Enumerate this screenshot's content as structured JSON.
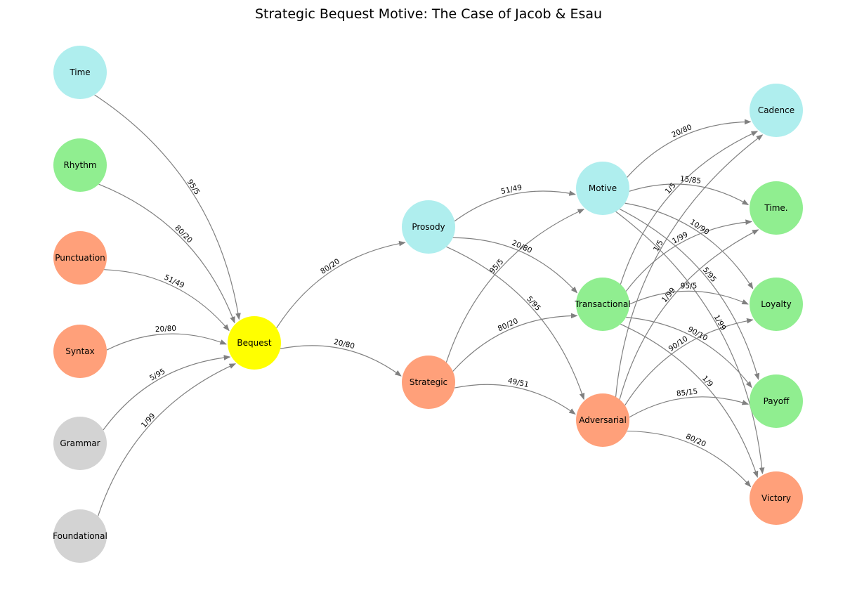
{
  "title": "Strategic Bequest Motive: The Case of Jacob & Esau",
  "colors": {
    "cyan": "#afeeee",
    "green": "#90ee90",
    "salmon": "#ffa07a",
    "gray": "#d3d3d3",
    "yellow": "#ffff00",
    "edge": "#808080"
  },
  "nodes": [
    {
      "id": "time",
      "label": "Time",
      "color": "cyan"
    },
    {
      "id": "rhythm",
      "label": "Rhythm",
      "color": "green"
    },
    {
      "id": "punctuation",
      "label": "Punctuation",
      "color": "salmon"
    },
    {
      "id": "syntax",
      "label": "Syntax",
      "color": "salmon"
    },
    {
      "id": "grammar",
      "label": "Grammar",
      "color": "gray"
    },
    {
      "id": "foundational",
      "label": "Foundational",
      "color": "gray"
    },
    {
      "id": "bequest",
      "label": "Bequest",
      "color": "yellow"
    },
    {
      "id": "prosody",
      "label": "Prosody",
      "color": "cyan"
    },
    {
      "id": "strategic",
      "label": "Strategic",
      "color": "salmon"
    },
    {
      "id": "motive",
      "label": "Motive",
      "color": "cyan"
    },
    {
      "id": "transactional",
      "label": "Transactional",
      "color": "green"
    },
    {
      "id": "adversarial",
      "label": "Adversarial",
      "color": "salmon"
    },
    {
      "id": "cadence",
      "label": "Cadence",
      "color": "cyan"
    },
    {
      "id": "time2",
      "label": "Time.",
      "color": "green"
    },
    {
      "id": "loyalty",
      "label": "Loyalty",
      "color": "green"
    },
    {
      "id": "payoff",
      "label": "Payoff",
      "color": "green"
    },
    {
      "id": "victory",
      "label": "Victory",
      "color": "salmon"
    }
  ],
  "edges": [
    {
      "from": "time",
      "to": "bequest",
      "label": "95/5"
    },
    {
      "from": "rhythm",
      "to": "bequest",
      "label": "80/20"
    },
    {
      "from": "punctuation",
      "to": "bequest",
      "label": "51/49"
    },
    {
      "from": "syntax",
      "to": "bequest",
      "label": "20/80"
    },
    {
      "from": "grammar",
      "to": "bequest",
      "label": "5/95"
    },
    {
      "from": "foundational",
      "to": "bequest",
      "label": "1/99"
    },
    {
      "from": "bequest",
      "to": "prosody",
      "label": "80/20"
    },
    {
      "from": "bequest",
      "to": "strategic",
      "label": "20/80"
    },
    {
      "from": "prosody",
      "to": "motive",
      "label": "51/49"
    },
    {
      "from": "prosody",
      "to": "transactional",
      "label": "20/80"
    },
    {
      "from": "prosody",
      "to": "adversarial",
      "label": "5/95"
    },
    {
      "from": "strategic",
      "to": "motive",
      "label": "95/5"
    },
    {
      "from": "strategic",
      "to": "transactional",
      "label": "80/20"
    },
    {
      "from": "strategic",
      "to": "adversarial",
      "label": "49/51"
    },
    {
      "from": "motive",
      "to": "cadence",
      "label": "20/80"
    },
    {
      "from": "motive",
      "to": "time2",
      "label": "15/85"
    },
    {
      "from": "motive",
      "to": "loyalty",
      "label": "10/90"
    },
    {
      "from": "motive",
      "to": "payoff",
      "label": "5/95"
    },
    {
      "from": "motive",
      "to": "victory",
      "label": "1/99"
    },
    {
      "from": "transactional",
      "to": "cadence",
      "label": "1/5"
    },
    {
      "from": "transactional",
      "to": "time2",
      "label": "1/99"
    },
    {
      "from": "transactional",
      "to": "loyalty",
      "label": "95/5"
    },
    {
      "from": "transactional",
      "to": "payoff",
      "label": "90/10"
    },
    {
      "from": "transactional",
      "to": "victory",
      "label": "1/9"
    },
    {
      "from": "adversarial",
      "to": "cadence",
      "label": "1/5"
    },
    {
      "from": "adversarial",
      "to": "time2",
      "label": "1/99"
    },
    {
      "from": "adversarial",
      "to": "loyalty",
      "label": "90/10"
    },
    {
      "from": "adversarial",
      "to": "payoff",
      "label": "85/15"
    },
    {
      "from": "adversarial",
      "to": "victory",
      "label": "80/20"
    }
  ]
}
